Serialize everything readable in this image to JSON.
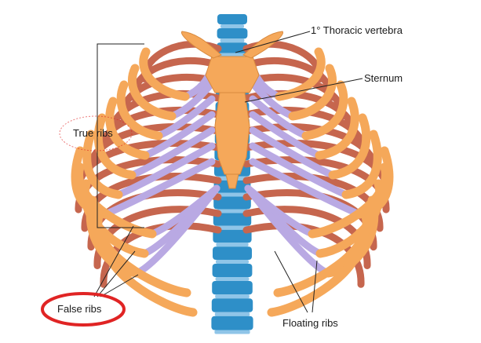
{
  "diagram": {
    "labels": {
      "thoracic_vertebra": "1° Thoracic vertebra",
      "sternum": "Sternum",
      "true_ribs": "True ribs",
      "false_ribs": "False ribs",
      "floating_ribs": "Floating ribs"
    },
    "colors": {
      "bone": "#f5a85a",
      "bone_dark": "#d98a3e",
      "cartilage": "#b9a9e3",
      "rib_inner": "#c6664e",
      "vertebra_blue": "#2e8fc8",
      "vertebra_light": "#8fc5e8",
      "highlight_red": "#e02424"
    }
  }
}
